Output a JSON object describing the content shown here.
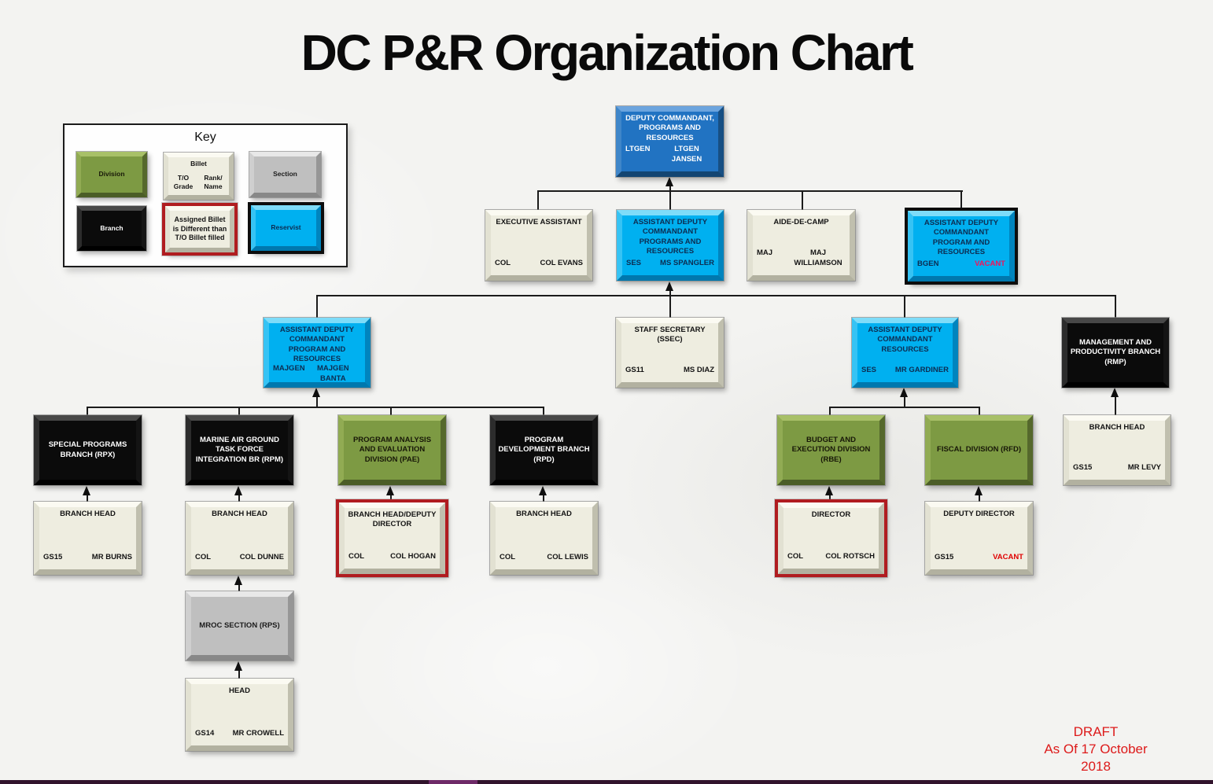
{
  "page": {
    "title": "DC P&R Organization Chart"
  },
  "footer": {
    "draft": "DRAFT",
    "as_of": "As Of 17 October 2018"
  },
  "key": {
    "title": "Key",
    "division": "Division",
    "billet": {
      "title": "Billet",
      "grade": "T/O Grade",
      "rank": "Rank/ Name"
    },
    "section": "Section",
    "branch": "Branch",
    "assigned": "Assigned Billet is Different than T/O Billet filled",
    "reservist": "Reservist"
  },
  "colors": {
    "command_blue": "#2173C2",
    "reservist_cyan": "#00B0F0",
    "division_green": "#77933C",
    "branch_black": "#0B0B0B",
    "section_gray": "#BFBFBF",
    "billet_cream": "#EEEDE0",
    "alert_border_red": "#B01C20",
    "vacant_text_red": "#FF0000"
  },
  "nodes": {
    "dc": {
      "title": "DEPUTY COMMANDANT, PROGRAMS AND RESOURCES",
      "grade": "LTGEN",
      "name": "LTGEN JANSEN"
    },
    "ea": {
      "title": "EXECUTIVE ASSISTANT",
      "grade": "COL",
      "name": "COL EVANS"
    },
    "spangler": {
      "title": "ASSISTANT DEPUTY COMMANDANT PROGRAMS AND RESOURCES",
      "grade": "SES",
      "name": "MS SPANGLER"
    },
    "aide": {
      "title": "AIDE-DE-CAMP",
      "grade": "MAJ",
      "name": "MAJ WILLIAMSON"
    },
    "adc_vacant": {
      "title": "ASSISTANT DEPUTY COMMANDANT PROGRAM AND RESOURCES",
      "grade": "BGEN",
      "name": "VACANT"
    },
    "banta": {
      "title": "ASSISTANT DEPUTY COMMANDANT PROGRAM AND RESOURCES",
      "grade": "MAJGEN",
      "name": "MAJGEN BANTA"
    },
    "ssec": {
      "title": "STAFF SECRETARY (SSEC)",
      "grade": "GS11",
      "name": "MS DIAZ"
    },
    "gardiner": {
      "title": "ASSISTANT DEPUTY COMMANDANT RESOURCES",
      "grade": "SES",
      "name": "MR GARDINER"
    },
    "rmp": {
      "title": "MANAGEMENT AND PRODUCTIVITY BRANCH (RMP)"
    },
    "rpx": {
      "title": "SPECIAL PROGRAMS BRANCH (RPX)"
    },
    "rpm": {
      "title": "MARINE AIR GROUND TASK FORCE INTEGRATION BR (RPM)"
    },
    "pae": {
      "title": "PROGRAM ANALYSIS AND EVALUATION DIVISION (PAE)"
    },
    "rpd": {
      "title": "PROGRAM DEVELOPMENT BRANCH (RPD)"
    },
    "rbe": {
      "title": "BUDGET AND EXECUTION DIVISION (RBE)"
    },
    "rfd": {
      "title": "FISCAL DIVISION (RFD)"
    },
    "levy": {
      "title": "BRANCH HEAD",
      "grade": "GS15",
      "name": "MR LEVY"
    },
    "burns": {
      "title": "BRANCH HEAD",
      "grade": "GS15",
      "name": "MR BURNS"
    },
    "dunne": {
      "title": "BRANCH HEAD",
      "grade": "COL",
      "name": "COL DUNNE"
    },
    "hogan": {
      "title": "BRANCH HEAD/DEPUTY DIRECTOR",
      "grade": "COL",
      "name": "COL HOGAN"
    },
    "lewis": {
      "title": "BRANCH HEAD",
      "grade": "COL",
      "name": "COL LEWIS"
    },
    "rotsch": {
      "title": "DIRECTOR",
      "grade": "COL",
      "name": "COL ROTSCH"
    },
    "dd_vacant": {
      "title": "DEPUTY DIRECTOR",
      "grade": "GS15",
      "name": "VACANT"
    },
    "rps": {
      "title": "MROC SECTION (RPS)"
    },
    "crowell": {
      "title": "HEAD",
      "grade": "GS14",
      "name": "MR CROWELL"
    }
  }
}
